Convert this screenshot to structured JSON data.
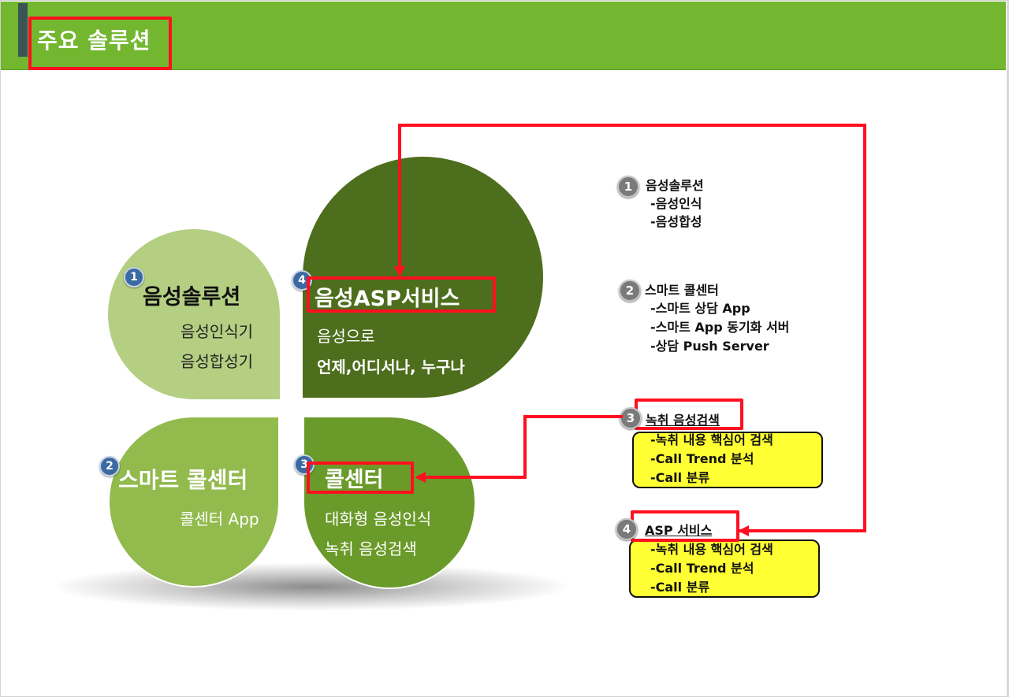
{
  "header": {
    "title": "주요 솔루션",
    "color": "#72b72f"
  },
  "petals": [
    {
      "number": "1",
      "title": "음성솔루션",
      "lines": [
        "음성인식기",
        "음성합성기"
      ],
      "color": "#b4cf82"
    },
    {
      "number": "2",
      "title": "스마트 콜센터",
      "lines": [
        "콜센터 App"
      ],
      "color": "#92ba4d"
    },
    {
      "number": "3",
      "title": "콜센터",
      "lines": [
        "대화형 음성인식",
        "녹취 음성검색"
      ],
      "color": "#6a9a29"
    },
    {
      "number": "4",
      "title": "음성ASP서비스",
      "lines": [
        "음성으로",
        "언제,어디서나, 누구나"
      ],
      "color": "#4d6e1c"
    }
  ],
  "details": [
    {
      "number": "1",
      "title": "음성솔루션",
      "items": [
        "-음성인식",
        "-음성합성"
      ]
    },
    {
      "number": "2",
      "title": "스마트 콜센터",
      "items": [
        "-스마트 상담 App",
        "-스마트 App 동기화 서버",
        "-상담 Push Server"
      ]
    },
    {
      "number": "3",
      "title": "녹취 음성검색",
      "items": [
        "-녹취 내용 핵심어 검색",
        "-Call Trend 분석",
        "-Call 분류"
      ]
    },
    {
      "number": "4",
      "title": "ASP 서비스",
      "items": [
        "-녹취 내용 핵심어 검색",
        "-Call Trend 분석",
        "-Call 분류"
      ]
    }
  ],
  "colors": {
    "highlight_red": "#ff0f1f",
    "highlight_yellow": "#ffff33",
    "badge_blue": "#3b6aa3",
    "badge_gray": "#7a7a7a"
  }
}
